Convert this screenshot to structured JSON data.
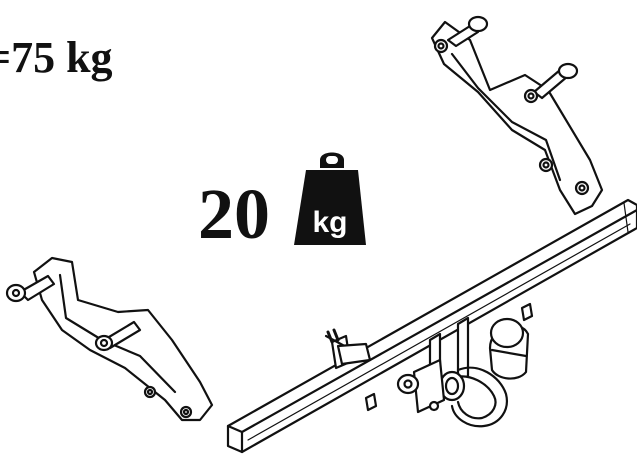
{
  "labels": {
    "vertical_load": "=75 kg",
    "weight_value": "20",
    "weight_unit": "kg"
  },
  "colors": {
    "ink": "#111111",
    "paper": "#ffffff"
  },
  "icons": [
    "weight-icon",
    "tow-hitch-illustration"
  ]
}
